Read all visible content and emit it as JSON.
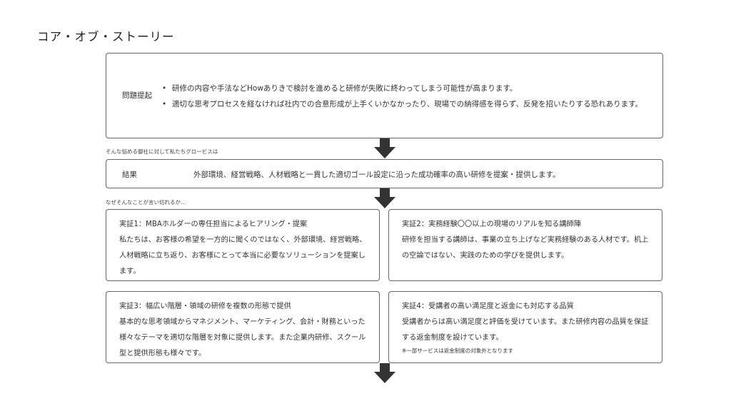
{
  "page": {
    "title": "コア・オブ・ストーリー"
  },
  "problem": {
    "label": "問題提起",
    "bullet": "•",
    "items": [
      "研修の内容や手法などHowありきで検討を進めると研修が失敗に終わってしまう可能性が高まります。",
      "適切な思考プロセスを経なければ社内での合意形成が上手くいかなかったり、現場での納得感を得らず、反発を招いたりする恐れあります。"
    ]
  },
  "note_after_problem": "そんな悩める御社に対して私たちグロービスは",
  "result": {
    "label": "結果",
    "text": "外部環境、経営戦略、人材戦略と一貫した適切ゴール設定に沿った成功確率の高い研修を提案・提供します。"
  },
  "note_after_result": "なぜそんなことが言い切れるか…",
  "proofs": [
    {
      "title": "実証1：MBAホルダーの専任担当によるヒアリング・提案",
      "body": "私たちは、お客様の希望を一方的に聞くのではなく、外部環境、経営戦略、人材戦略に立ち返り、お客様にとって本当に必要なソリューションを提案します。",
      "note": ""
    },
    {
      "title": "実証2：実務経験〇〇以上の現場のリアルを知る講師陣",
      "body": "研修を担当する講師は、事業の立ち上げなど実務経験のある人材です。机上の空論ではない、実践のための学びを提供します。",
      "note": ""
    },
    {
      "title": "実証3：幅広い階層・領域の研修を複数の形態で提供",
      "body": "基本的な思考領域からマネジメント、マーケティング、会計・財務といった様々なテーマを適切な階層を対象に提供します。また企業内研修、スクール型と提供形態も様々です。",
      "note": ""
    },
    {
      "title": "実証4：受講者の高い満足度と返金にも対応する品質",
      "body": "受講者からは高い満足度と評価を受けています。また研修内容の品質を保証する返金制度を設けています。",
      "note": "※一部サービスは返金制度の対象外となります"
    }
  ],
  "colors": {
    "arrow": "#333333",
    "border": "#666666",
    "text": "#333333"
  },
  "icons": {
    "flow_arrow": "down-arrow-icon"
  }
}
